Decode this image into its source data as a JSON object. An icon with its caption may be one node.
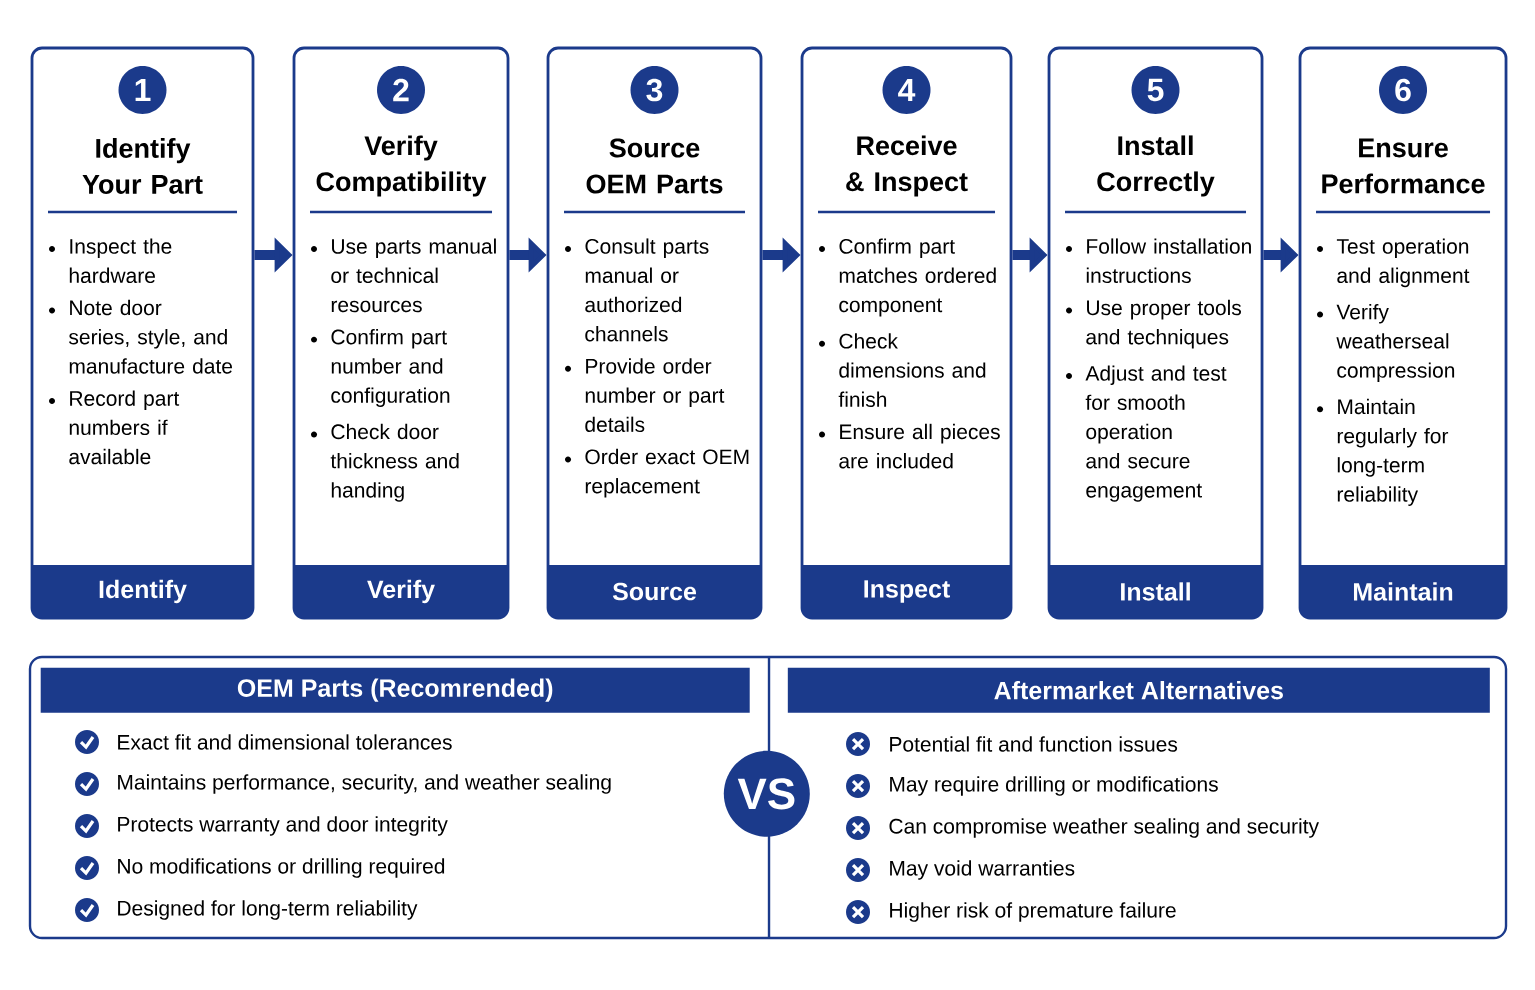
{
  "diagram": {
    "nodes": [
      {
        "text": [
          "1",
          "Identify Your Part",
          "Inspect the hardware",
          "Note door series, style, and manufacture date",
          "Record part numbers if available",
          "Identify"
        ]
      },
      {
        "text": [
          "2",
          "Verify Compatibility",
          "Use parts manual or technical resources",
          "Confirm part number and configuration",
          "Check door thickness and handing",
          "Verify"
        ]
      },
      {
        "text": [
          "3",
          "Source OEM Parts",
          "Consult parts manual or authorized channels",
          "Provide order number or part details",
          "Order exact OEM replacement",
          "Source"
        ]
      },
      {
        "text": [
          "4",
          "Receive & Inspect",
          "Confirm part matches ordered component",
          "Check dimensions and finish",
          "Ensure all pieces are included",
          "Inspect"
        ]
      },
      {
        "text": [
          "5",
          "Install Correctly",
          "Follow installation instructions",
          "Use proper tools and techniques",
          "Adjust and test for smooth operation and secure engagement",
          "Install"
        ]
      },
      {
        "text": [
          "6",
          "Ensure Performance",
          "Test operation and alignment",
          "Verify weatherseal compression",
          "Maintain regularly for long-term reliability",
          "Maintain"
        ]
      },
      {
        "text": [],
        "shape": "box"
      },
      {
        "text": [
          "OEM Parts (Recomrended)"
        ],
        "in": 6
      },
      {
        "text": [
          "Aftermarket Alternatives"
        ],
        "in": 6
      },
      {
        "text": [
          "VS"
        ],
        "in": 6
      }
    ],
    "edges": [
      {
        "from": 0,
        "to": 1,
        "arrow": "to"
      },
      {
        "from": 1,
        "to": 2,
        "arrow": "to"
      },
      {
        "from": 2,
        "to": 3,
        "arrow": "to"
      },
      {
        "from": 3,
        "to": 4,
        "arrow": "to"
      },
      {
        "from": 4,
        "to": 5,
        "arrow": "to"
      }
    ],
    "labels": [
      "Exact fit and dimensional tolerances",
      "Maintains performance, security, and weather sealing",
      "Protects warranty and door integrity",
      "No modifications or drilling required",
      "Designed for long-term reliability",
      "Potential fit and function issues",
      "May require drilling or modifications",
      "Can compromise weather sealing and security",
      "May void warranties",
      "Higher risk of premature failure"
    ]
  }
}
